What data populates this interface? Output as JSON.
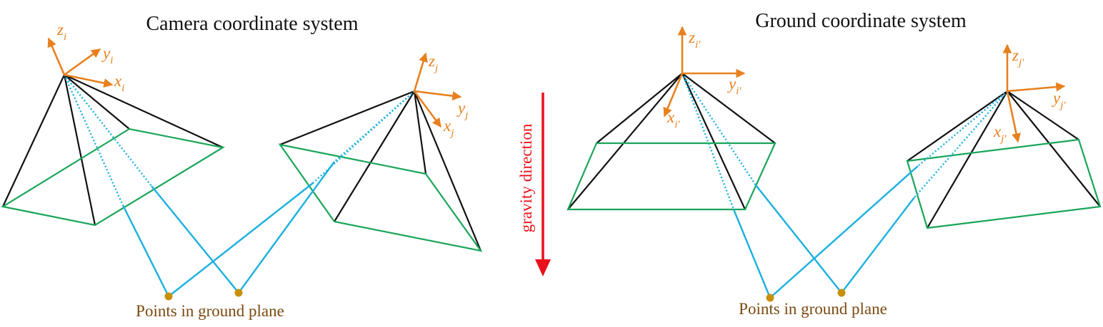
{
  "titles": {
    "camera": "Camera coordinate system",
    "ground": "Ground coordinate system"
  },
  "captions": {
    "left": "Points in ground plane",
    "right": "Points in ground plane"
  },
  "gravity": {
    "label": "gravity direction"
  },
  "axes": {
    "cam_i": {
      "x": "x",
      "x_sub": "i",
      "y": "y",
      "y_sub": "i",
      "z": "z",
      "z_sub": "i"
    },
    "cam_j": {
      "x": "x",
      "x_sub": "j",
      "y": "y",
      "y_sub": "j",
      "z": "z",
      "z_sub": "j"
    },
    "gnd_i": {
      "x": "x",
      "x_sub": "i′",
      "y": "y",
      "y_sub": "i′",
      "z": "z",
      "z_sub": "i′"
    },
    "gnd_j": {
      "x": "x",
      "x_sub": "j′",
      "y": "y",
      "y_sub": "j′",
      "z": "z",
      "z_sub": "j′"
    }
  },
  "colors": {
    "frustum_edge": "#111111",
    "image_plane": "#1aa55a",
    "ray": "#1ab0e0",
    "axis": "#e8801e",
    "ground_point": "#c8900a",
    "caption": "#7a4a10",
    "gravity": "#e8101a"
  }
}
